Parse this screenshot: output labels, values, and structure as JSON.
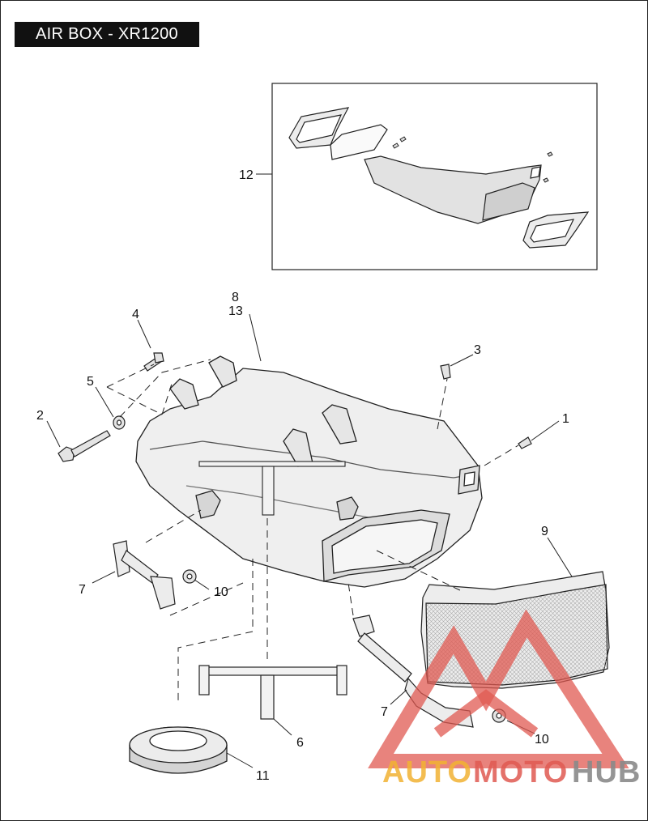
{
  "title": "AIR BOX - XR1200",
  "callouts": {
    "c1": "1",
    "c2": "2",
    "c3": "3",
    "c4": "4",
    "c5": "5",
    "c6": "6",
    "c7a": "7",
    "c7b": "7",
    "c8": "8",
    "c9": "9",
    "c10a": "10",
    "c10b": "10",
    "c11": "11",
    "c12": "12",
    "c13": "13"
  },
  "watermark": {
    "part1": "AUTO",
    "part2": "MOTO",
    "part3": "HUB",
    "colors": {
      "auto": "#f2b233",
      "moto": "#e05a52",
      "hub": "#8a8a8a"
    }
  }
}
